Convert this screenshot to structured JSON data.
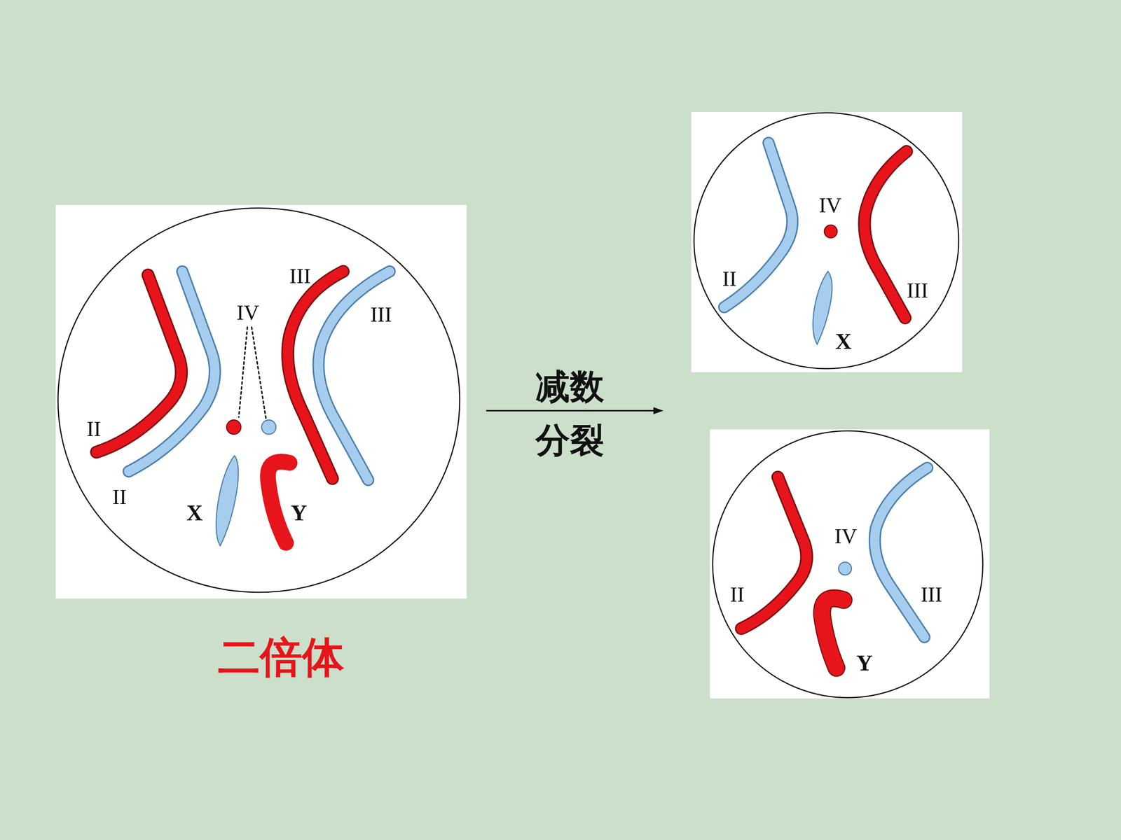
{
  "diagram": {
    "nodes": [
      {
        "text": [
          "III",
          "IV",
          "III",
          "II",
          "II",
          "X",
          "Y",
          "二倍体"
        ]
      },
      {
        "text": [
          "IV",
          "II",
          "III",
          "X"
        ]
      },
      {
        "text": [
          "IV",
          "II",
          "III",
          "Y"
        ]
      }
    ],
    "labels": [
      "减数",
      "分裂"
    ]
  }
}
